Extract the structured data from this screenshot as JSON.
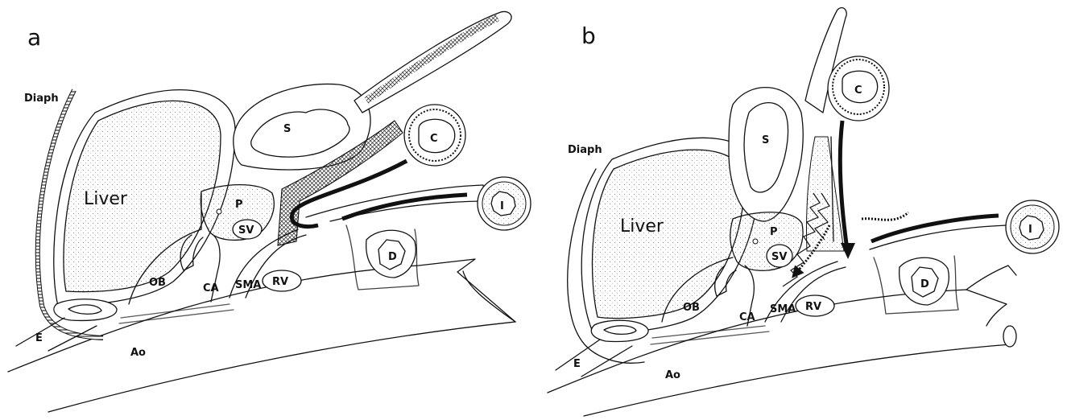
{
  "panels": [
    {
      "letter": "a",
      "labels": {
        "diaph": "Diaph",
        "liver": "Liver",
        "s": "S",
        "c": "C",
        "i": "I",
        "p": "P",
        "sv": "SV",
        "d": "D",
        "ob": "OB",
        "ca": "CA",
        "sma": "SMA",
        "rv": "RV",
        "e": "E",
        "ao": "Ao"
      }
    },
    {
      "letter": "b",
      "labels": {
        "diaph": "Diaph",
        "liver": "Liver",
        "s": "S",
        "c": "C",
        "i": "I",
        "p": "P",
        "sv": "SV",
        "d": "D",
        "ob": "OB",
        "ca": "CA",
        "sma": "SMA",
        "rv": "RV",
        "e": "E",
        "ao": "Ao"
      }
    }
  ]
}
